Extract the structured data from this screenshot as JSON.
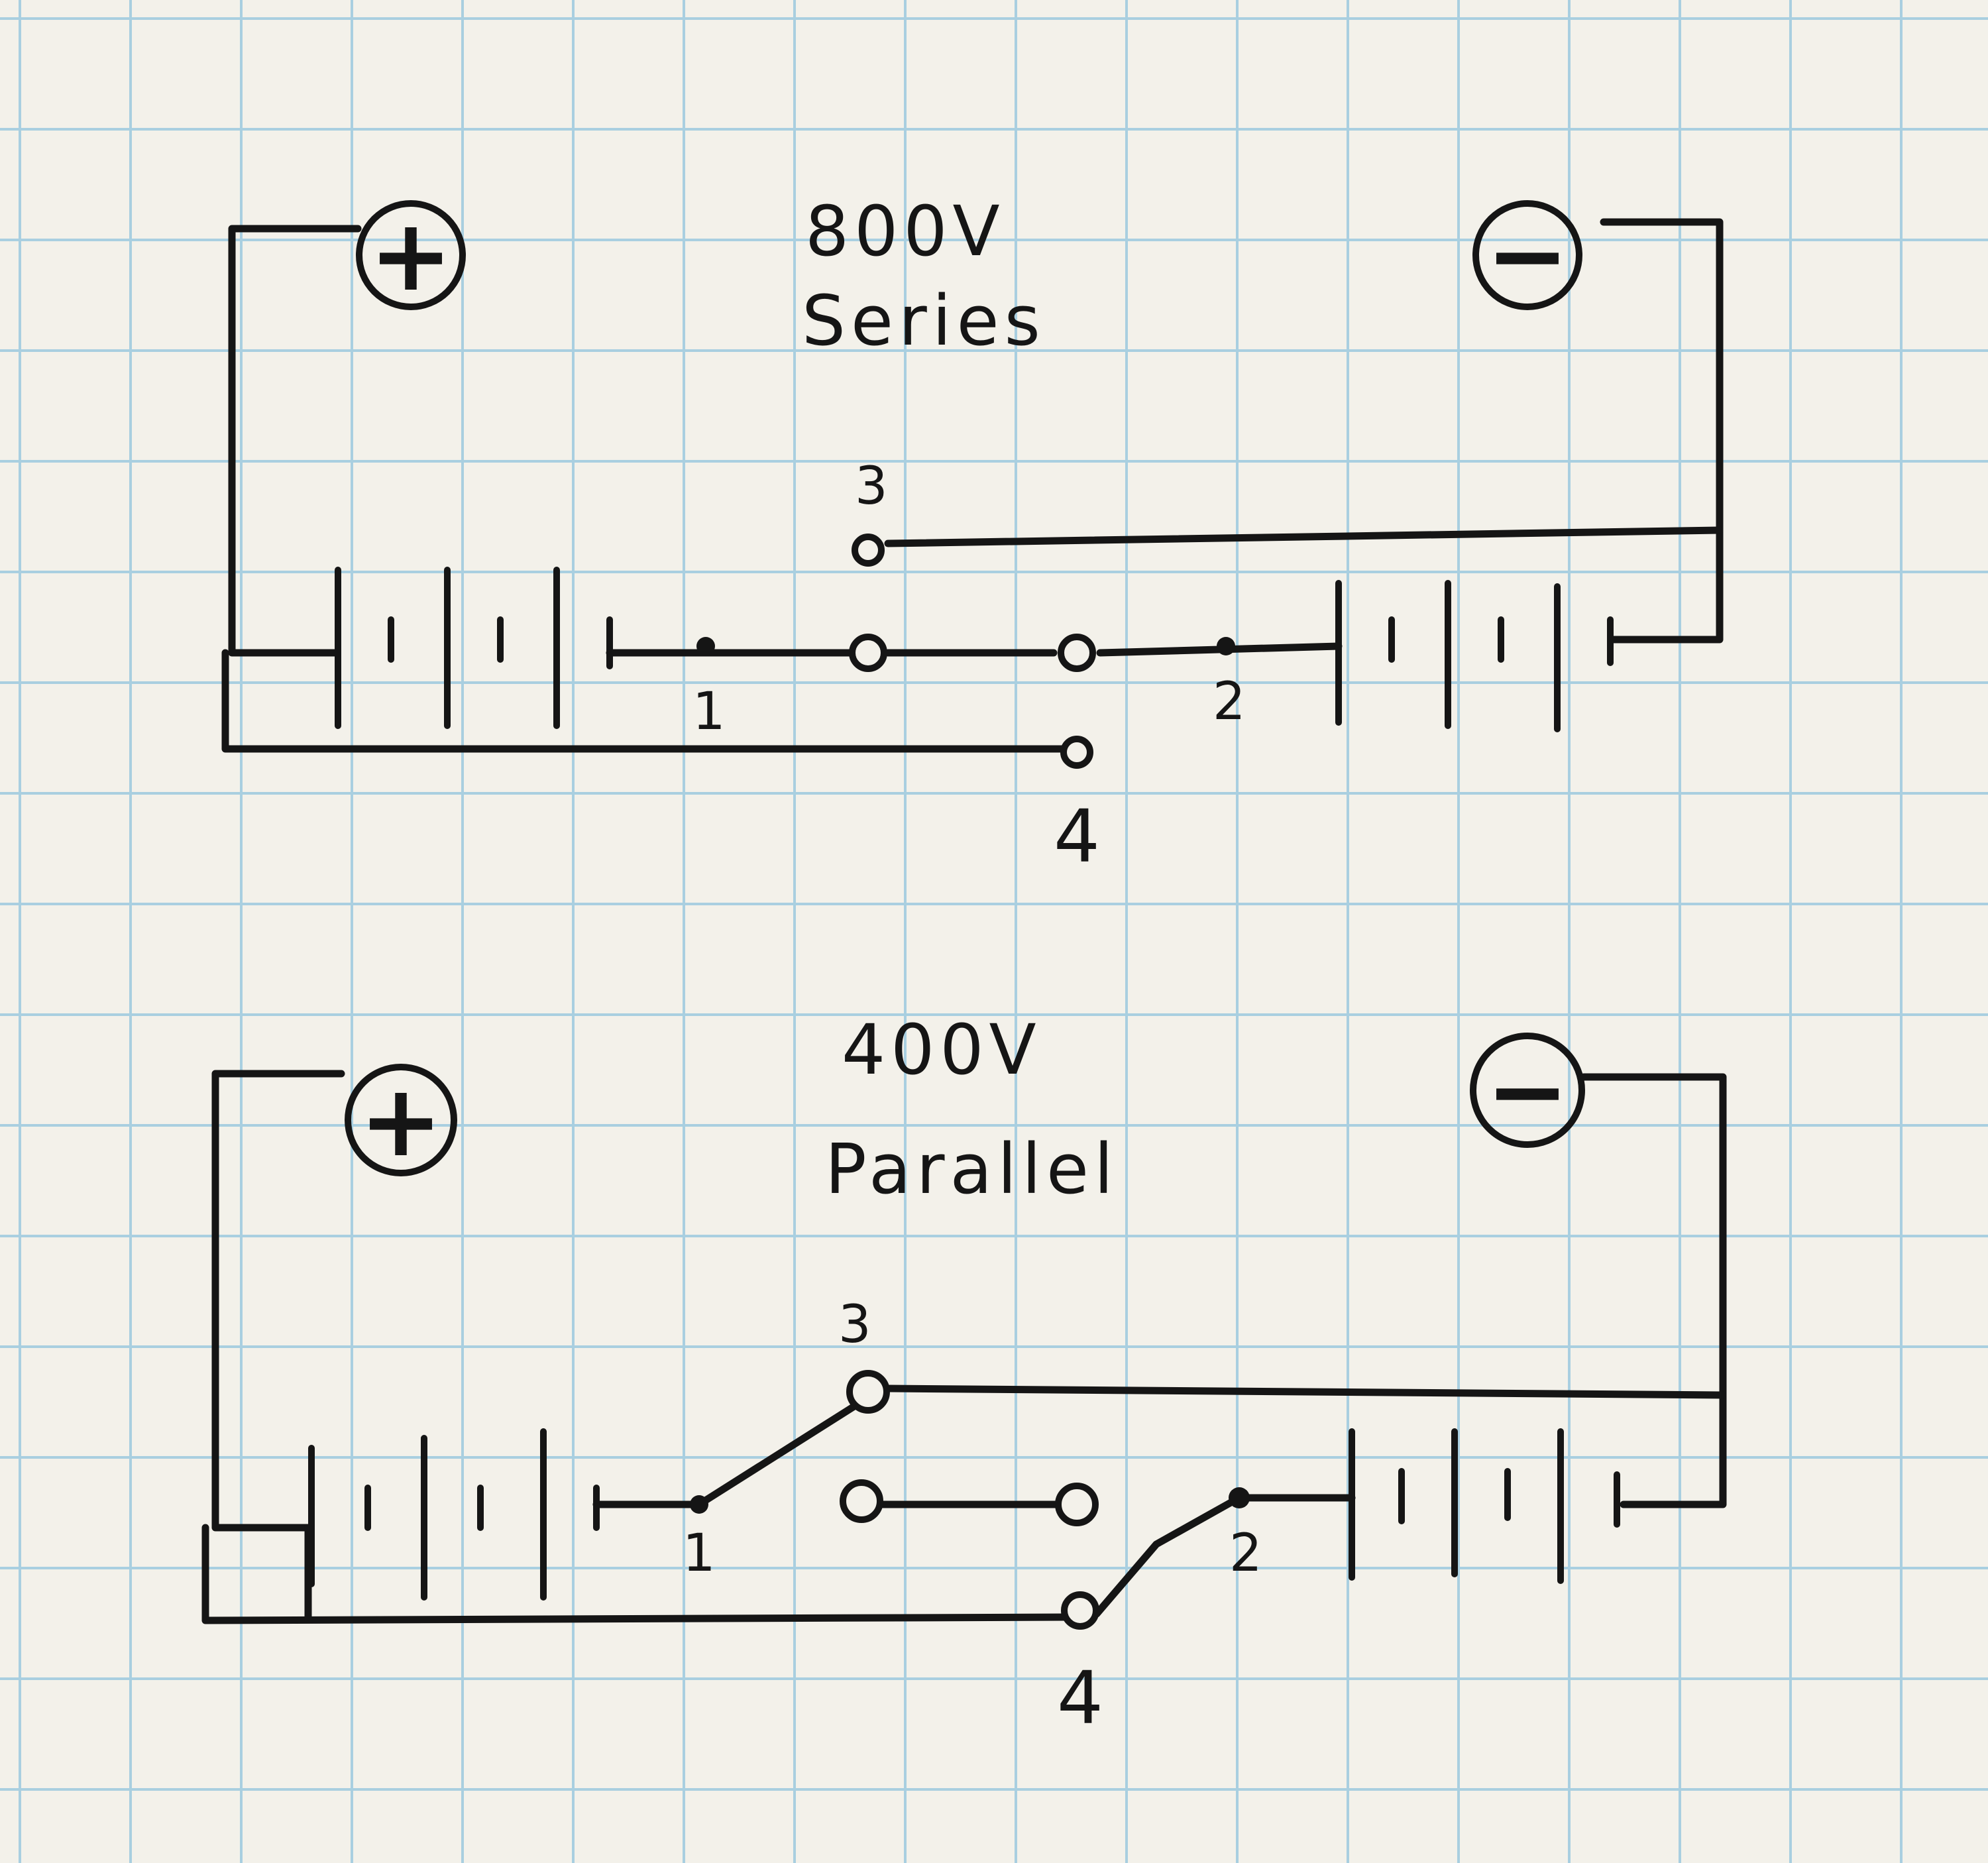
{
  "diagram_top": {
    "voltage": "800V",
    "mode": "Series",
    "positive_symbol": "+",
    "negative_symbol": "−",
    "label_1": "1",
    "label_2": "2",
    "label_3": "3",
    "label_4": "4"
  },
  "diagram_bottom": {
    "voltage": "400V",
    "mode": "Parallel",
    "positive_symbol": "+",
    "negative_symbol": "−",
    "label_1": "1",
    "label_2": "2",
    "label_3": "3",
    "label_4": "4"
  },
  "colors": {
    "ink": "#151515",
    "grid": "#a9cfe0",
    "paper": "#f3f1ea"
  }
}
